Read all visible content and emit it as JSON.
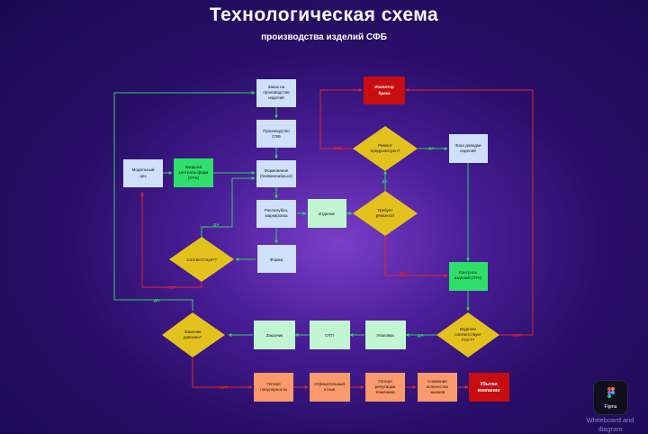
{
  "header": {
    "title": "Технологическая схема",
    "subtitle": "производства изделий СФБ"
  },
  "nodes": {
    "order": "Заказ на производство изделий",
    "production": "Производство СФБ",
    "molding": "Формование (пневмонабрызг)",
    "unmolding": "Распалубка, маркировка",
    "product": "Изделие",
    "form": "Форма",
    "model_shop": "Модельный цех",
    "input_control": "Входной контроль форм (ОТК)",
    "defect_isolator": "Изолятор брака",
    "repair_zone": "Зона доводки изделий",
    "product_control": "Контроль изделий (ОТК)",
    "repair_possible": "Ремонт предусмотрен?",
    "repair_required": "Требует ремонта?",
    "form_matches": "Соответствует?",
    "gost_matches": "Изделие соответствует ГОСТ?",
    "packaging": "Упаковка",
    "otp": "ОТП",
    "customer": "Заказчик",
    "customer_satisfied": "Заказчик доволен?",
    "popularity_loss": "Потеря популярности",
    "negative_review": "Отрицательный отзыв",
    "reputation_loss": "Потеря репутации Компании",
    "orders_drop": "Снижение количества заказов",
    "company_losses": "Убытки компании"
  },
  "labels": {
    "yes": "ДА",
    "no": "НЕТ"
  },
  "colors": {
    "process": "#cfe0fb",
    "product": "#c2f5d2",
    "control": "#2ee06a",
    "decision": "#e4c21e",
    "defect": "#c80d10",
    "consequence": "#fb9a6c",
    "yes_line": "#2fd160",
    "no_line": "#e3242b"
  },
  "figma": {
    "app_name": "Figma",
    "caption": "Whiteboard and diagram"
  }
}
